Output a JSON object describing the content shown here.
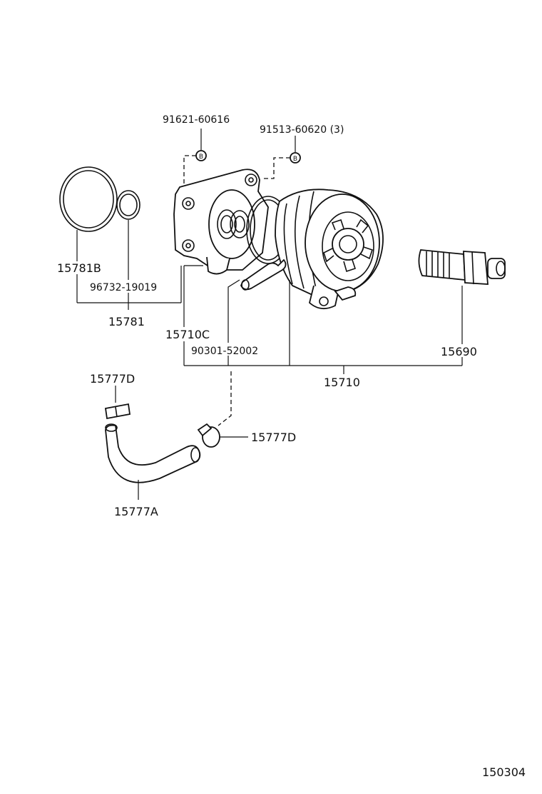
{
  "labels": {
    "p91621": "91621-60616",
    "p91513": "91513-60620 (3)",
    "p15781B": "15781B",
    "p96732": "96732-19019",
    "p15781": "15781",
    "p15710C": "15710C",
    "p90301": "90301-52002",
    "p15690": "15690",
    "p15710": "15710",
    "p15777D_left": "15777D",
    "p15777D_right": "15777D",
    "p15777A": "15777A",
    "figure_number": "150304"
  },
  "bolt_marker": "B"
}
